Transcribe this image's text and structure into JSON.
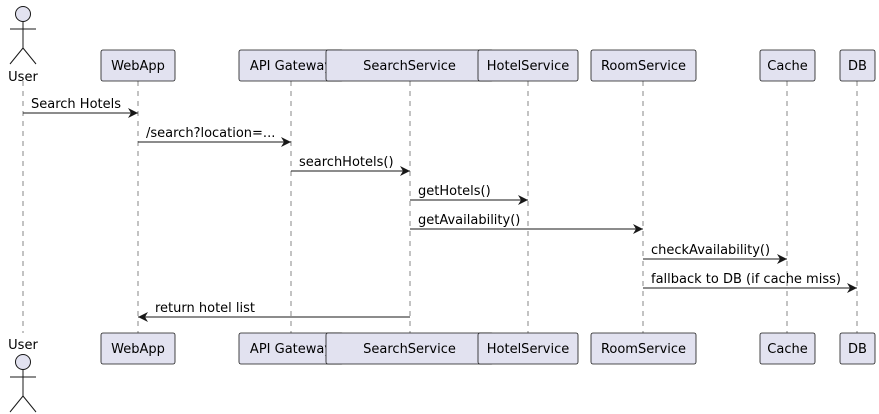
{
  "colors": {
    "box_fill": "#E2E2F0",
    "box_stroke": "#181818",
    "lifeline": "#555555",
    "arrow": "#181818",
    "text": "#000000"
  },
  "participants": [
    {
      "id": "user",
      "label": "User",
      "kind": "actor"
    },
    {
      "id": "webapp",
      "label": "WebApp",
      "kind": "box"
    },
    {
      "id": "gateway",
      "label": "API Gateway",
      "kind": "box"
    },
    {
      "id": "search",
      "label": "SearchService",
      "kind": "box"
    },
    {
      "id": "hotel",
      "label": "HotelService",
      "kind": "box"
    },
    {
      "id": "room",
      "label": "RoomService",
      "kind": "box"
    },
    {
      "id": "cache",
      "label": "Cache",
      "kind": "box"
    },
    {
      "id": "db",
      "label": "DB",
      "kind": "box"
    }
  ],
  "messages": [
    {
      "from": "user",
      "to": "webapp",
      "label": "Search Hotels"
    },
    {
      "from": "webapp",
      "to": "gateway",
      "label": "/search?location=..."
    },
    {
      "from": "gateway",
      "to": "search",
      "label": "searchHotels()"
    },
    {
      "from": "search",
      "to": "hotel",
      "label": "getHotels()"
    },
    {
      "from": "search",
      "to": "room",
      "label": "getAvailability()"
    },
    {
      "from": "room",
      "to": "cache",
      "label": "checkAvailability()"
    },
    {
      "from": "room",
      "to": "db",
      "label": "fallback to DB (if cache miss)"
    },
    {
      "from": "search",
      "to": "webapp",
      "label": "return hotel list"
    }
  ]
}
